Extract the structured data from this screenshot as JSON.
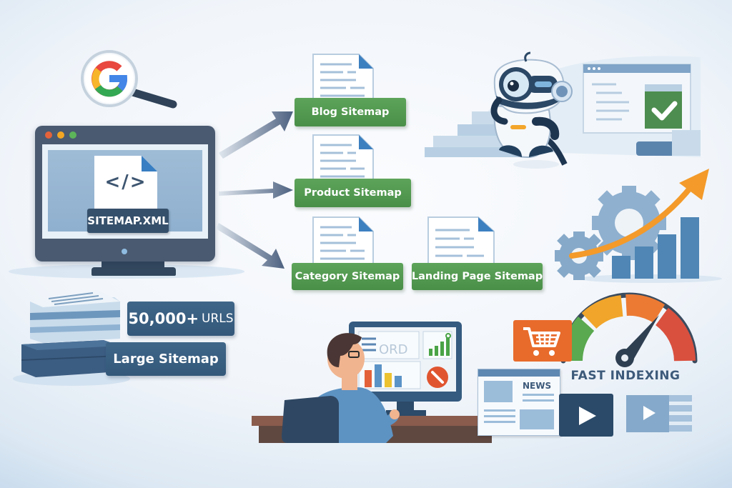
{
  "main_monitor": {
    "file_icon": "code-file-icon",
    "code_glyph": "</>",
    "file_label": "SITEMAP.XML",
    "window_dots": [
      "#e4623a",
      "#f3a623",
      "#5db55a"
    ]
  },
  "search_icon": {
    "name": "google-magnifier-icon",
    "letter": "G"
  },
  "large_sitemap": {
    "count_label": "50,000+",
    "count_unit": "URLS",
    "title": "Large Sitemap"
  },
  "sitemaps": [
    {
      "label": "Blog Sitemap"
    },
    {
      "label": "Product Sitemap"
    },
    {
      "label": "Category Sitemap"
    },
    {
      "label": "Landing Page Sitemap"
    }
  ],
  "crawler": {
    "name": "robot-crawler-illustration",
    "status_icon": "checkmark-icon"
  },
  "growth": {
    "name": "growth-chart-with-gears",
    "bars": [
      1,
      1.5,
      2,
      3
    ]
  },
  "workstation": {
    "screen_text": "ORD"
  },
  "fast_indexing": {
    "title": "FAST INDEXING",
    "gauge_colors": [
      "#5aa84f",
      "#f1a52a",
      "#ec7a33",
      "#d9503f"
    ],
    "news_label": "NEWS"
  },
  "colors": {
    "accent_green": "#4f964c",
    "navy": "#35597b",
    "dark_frame": "#46566a",
    "orange": "#f39a2a"
  }
}
